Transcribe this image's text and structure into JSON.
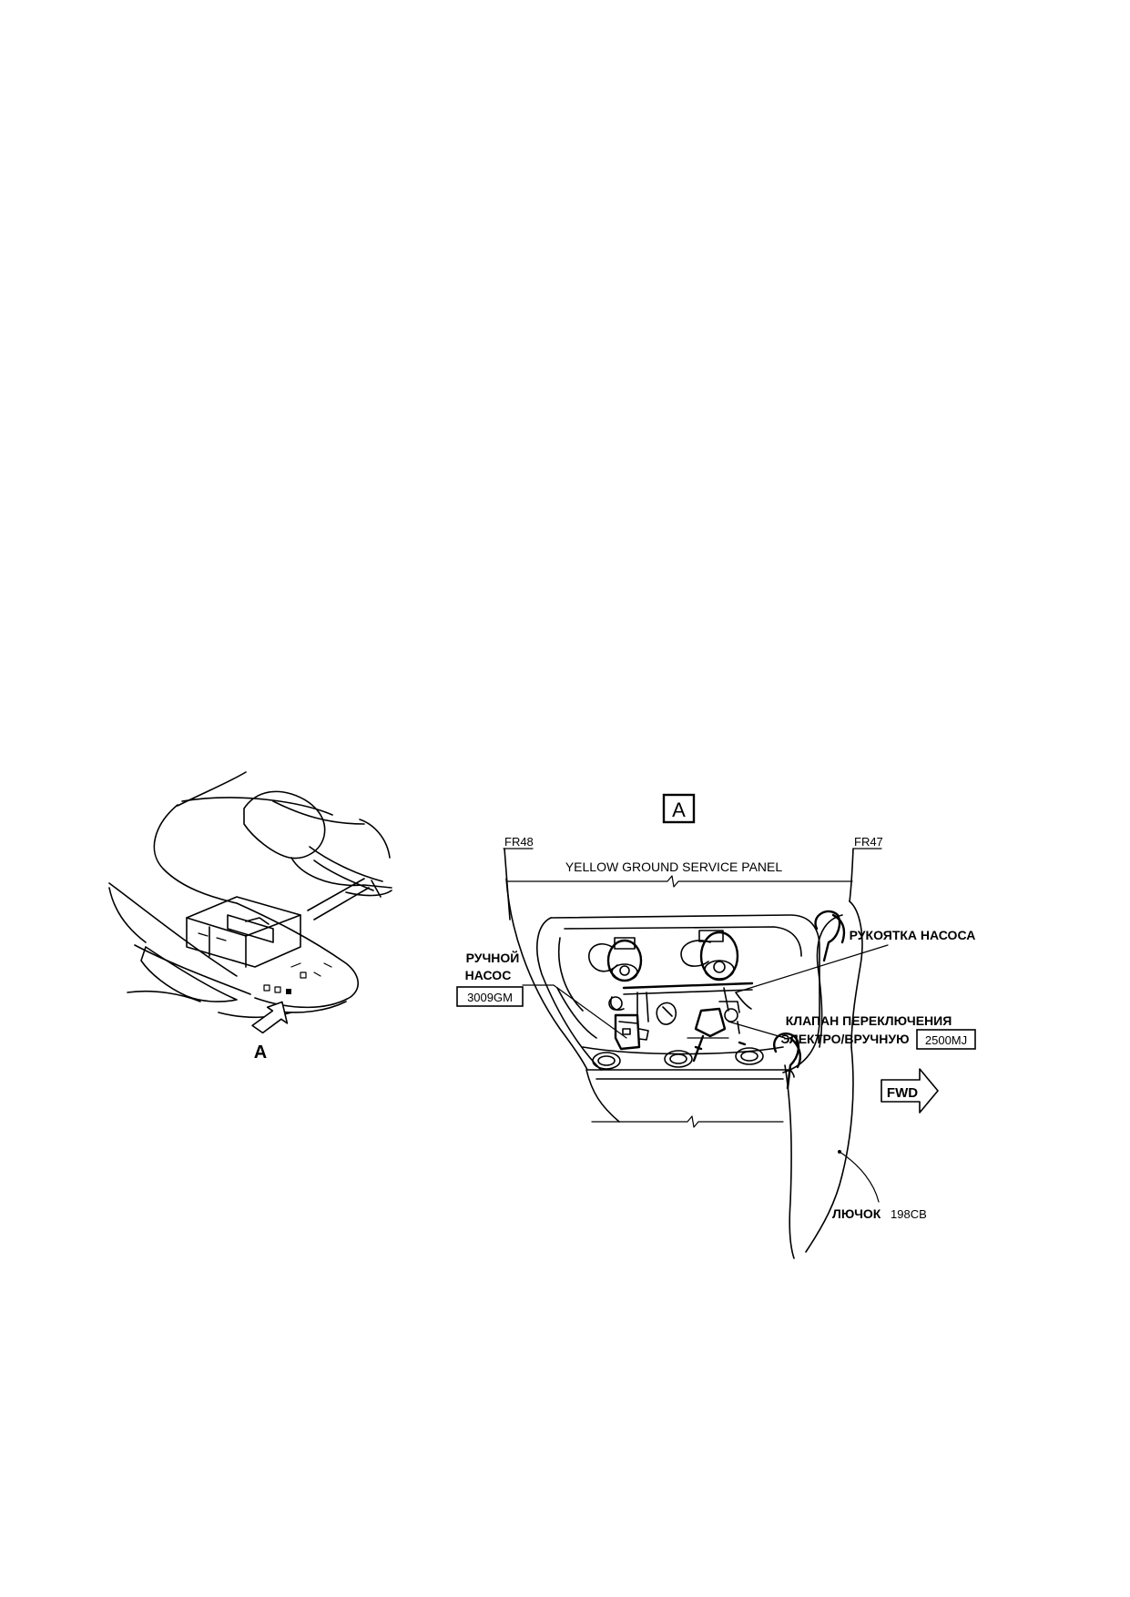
{
  "detail_letter": "A",
  "labels": {
    "view_arrow": "A",
    "detail_box": "A",
    "frame_left": "FR48",
    "frame_right": "FR47",
    "panel_title": "YELLOW GROUND SERVICE PANEL",
    "hand_pump_line1": "РУЧНОЙ",
    "hand_pump_line2": "НАСОС",
    "hand_pump_code": "3009GM",
    "pump_handle": "РУКОЯТКА НАСОСА",
    "valve_line1": "КЛАПАН ПЕРЕКЛЮЧЕНИЯ",
    "valve_line2": "ЭЛЕКТРО/ВРУЧНУЮ",
    "valve_code": "2500MJ",
    "fwd": "FWD",
    "door_label": "ЛЮЧОК",
    "door_code": "198CB"
  }
}
